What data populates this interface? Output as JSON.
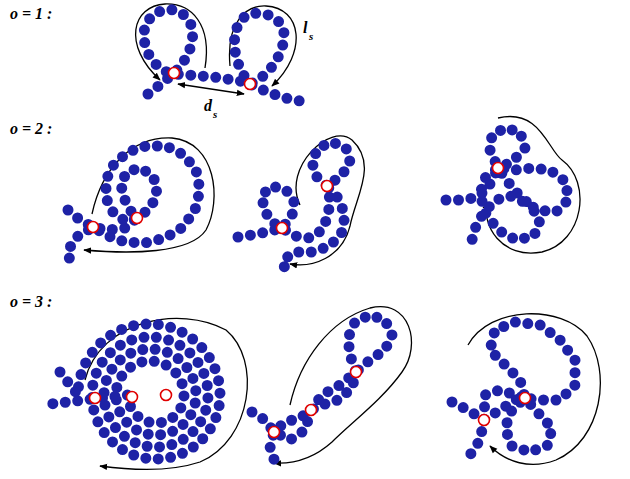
{
  "diagram": {
    "labels": [
      "o = 1 :",
      "l",
      "s",
      "d",
      "s",
      "o = 2 :",
      "o = 3 :"
    ]
  }
}
